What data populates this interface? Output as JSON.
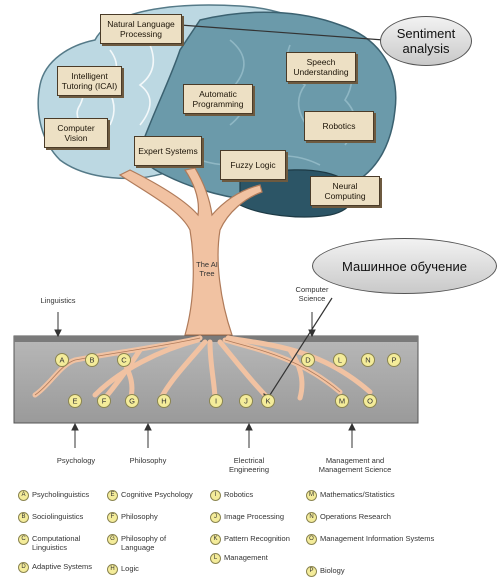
{
  "callouts": {
    "sentiment": "Sentiment analysis",
    "ml_ru": "Машинное обучение"
  },
  "brain_boxes": [
    {
      "id": "nlp",
      "text": "Natural Language Processing"
    },
    {
      "id": "icai",
      "text": "Intelligent Tutoring (ICAI)"
    },
    {
      "id": "speech",
      "text": "Speech Understanding"
    },
    {
      "id": "autoprog",
      "text": "Automatic Programming"
    },
    {
      "id": "vision",
      "text": "Computer Vision"
    },
    {
      "id": "expert",
      "text": "Expert Systems"
    },
    {
      "id": "robotics",
      "text": "Robotics"
    },
    {
      "id": "fuzzy",
      "text": "Fuzzy Logic"
    },
    {
      "id": "neural",
      "text": "Neural Computing"
    }
  ],
  "trunk_label": "The AI Tree",
  "top_labels": {
    "linguistics": "Linguistics",
    "cs": "Computer Science"
  },
  "bottom_labels": {
    "psychology": "Psychology",
    "philosophy": "Philosophy",
    "ee": "Electrical Engineering",
    "mgmt": "Management and Management Science"
  },
  "root_letters": [
    "A",
    "B",
    "C",
    "D",
    "L",
    "N",
    "P",
    "E",
    "F",
    "G",
    "H",
    "I",
    "J",
    "K",
    "M",
    "O"
  ],
  "legend": [
    {
      "letter": "A",
      "text": "Psycholinguistics"
    },
    {
      "letter": "B",
      "text": "Sociolinguistics"
    },
    {
      "letter": "C",
      "text": "Computational Linguistics"
    },
    {
      "letter": "D",
      "text": "Adaptive Systems"
    },
    {
      "letter": "E",
      "text": "Cognitive Psychology"
    },
    {
      "letter": "F",
      "text": "Philosophy"
    },
    {
      "letter": "G",
      "text": "Philosophy of Language"
    },
    {
      "letter": "H",
      "text": "Logic"
    },
    {
      "letter": "I",
      "text": "Robotics"
    },
    {
      "letter": "J",
      "text": "Image Processing"
    },
    {
      "letter": "K",
      "text": "Pattern Recognition"
    },
    {
      "letter": "L",
      "text": "Management"
    },
    {
      "letter": "M",
      "text": "Mathematics/Statistics"
    },
    {
      "letter": "N",
      "text": "Operations Research"
    },
    {
      "letter": "O",
      "text": "Management Information Systems"
    },
    {
      "letter": "P",
      "text": "Biology"
    }
  ]
}
